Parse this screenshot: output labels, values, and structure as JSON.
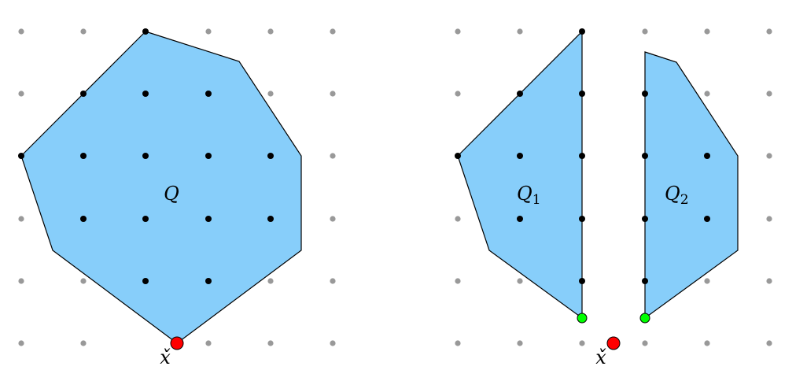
{
  "colors": {
    "polygon_fill": "#87cefa",
    "polygon_stroke": "#000000",
    "grid_point": "#999999",
    "lattice_point": "#000000",
    "apex_point": "#ff0000",
    "split_endpoint": "#00ff00"
  },
  "left_panel": {
    "polygon_label": "Q",
    "apex_label": "x̌"
  },
  "right_panel": {
    "left_piece": {
      "label": "Q",
      "subscript": "1"
    },
    "right_piece": {
      "label": "Q",
      "subscript": "2"
    },
    "apex_label": "x̌"
  }
}
